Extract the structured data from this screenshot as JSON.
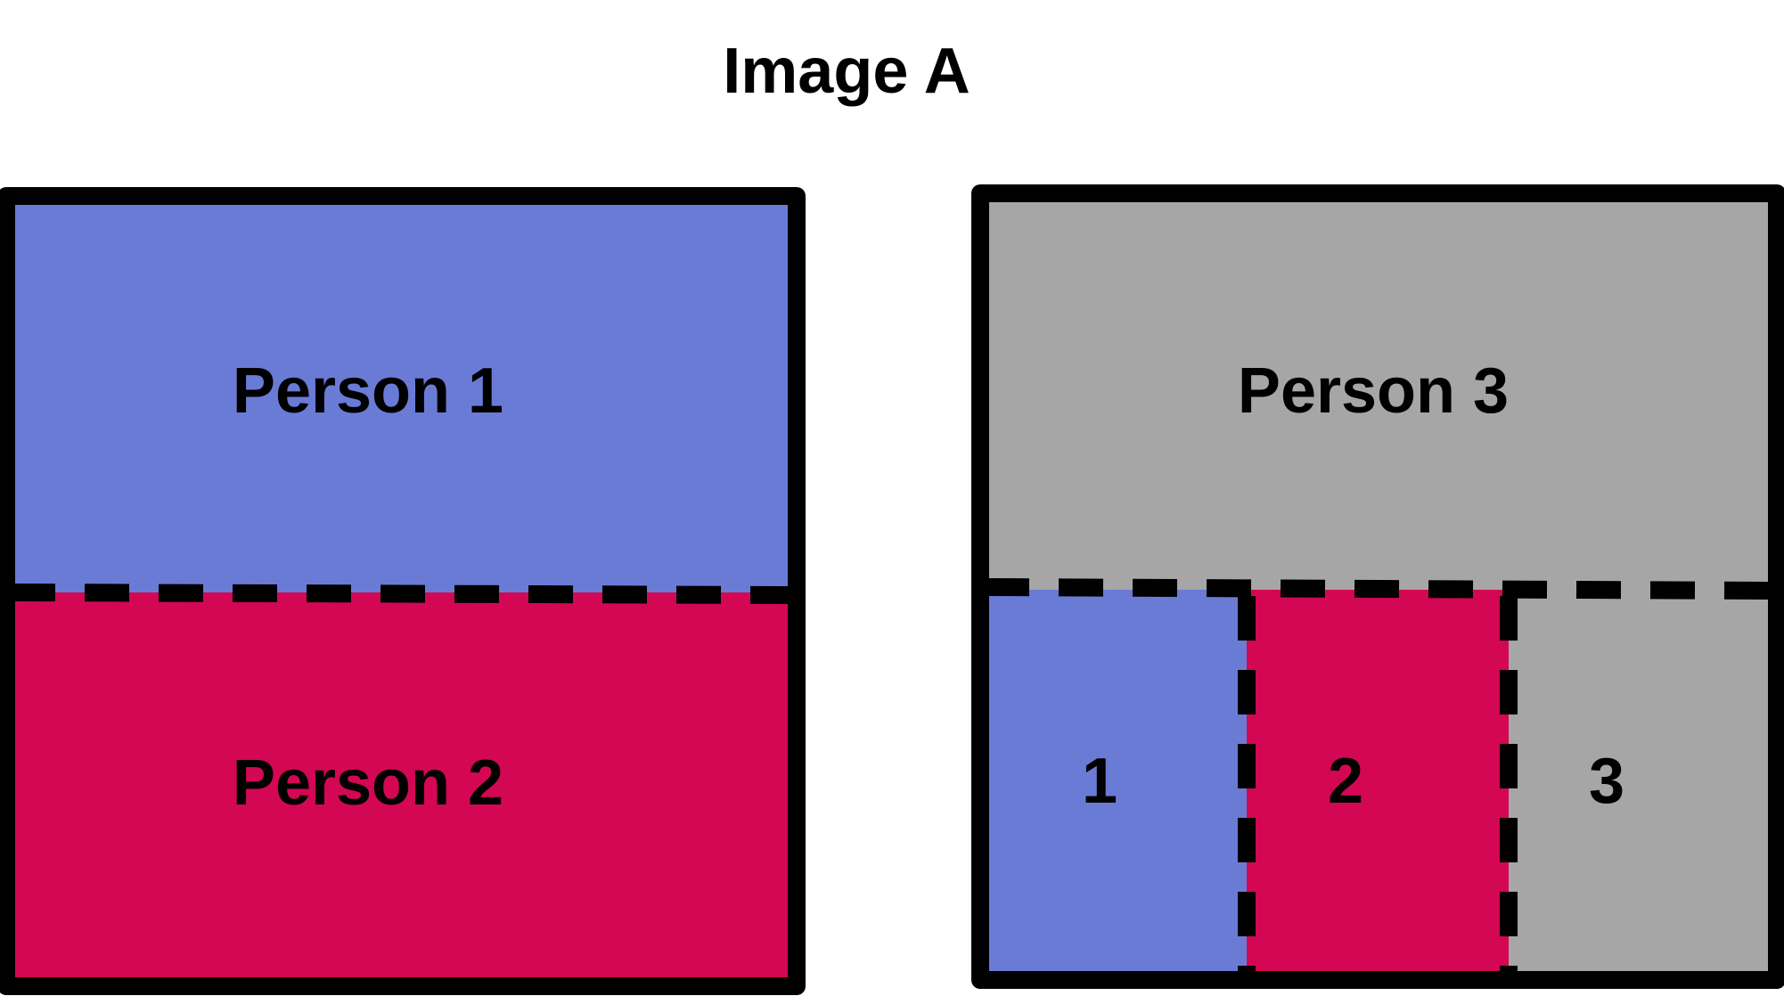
{
  "title": "Image A",
  "colors": {
    "person1": "#6A7BD6",
    "person2": "#D30753",
    "person3": "#A6A6A6",
    "border": "#000000",
    "background": "#FFFFFF"
  },
  "left_square": {
    "top_region": {
      "label": "Person 1"
    },
    "bottom_region": {
      "label": "Person 2"
    }
  },
  "right_square": {
    "top_region": {
      "label": "Person 3"
    },
    "bottom_cells": [
      {
        "label": "1"
      },
      {
        "label": "2"
      },
      {
        "label": "3"
      }
    ]
  }
}
